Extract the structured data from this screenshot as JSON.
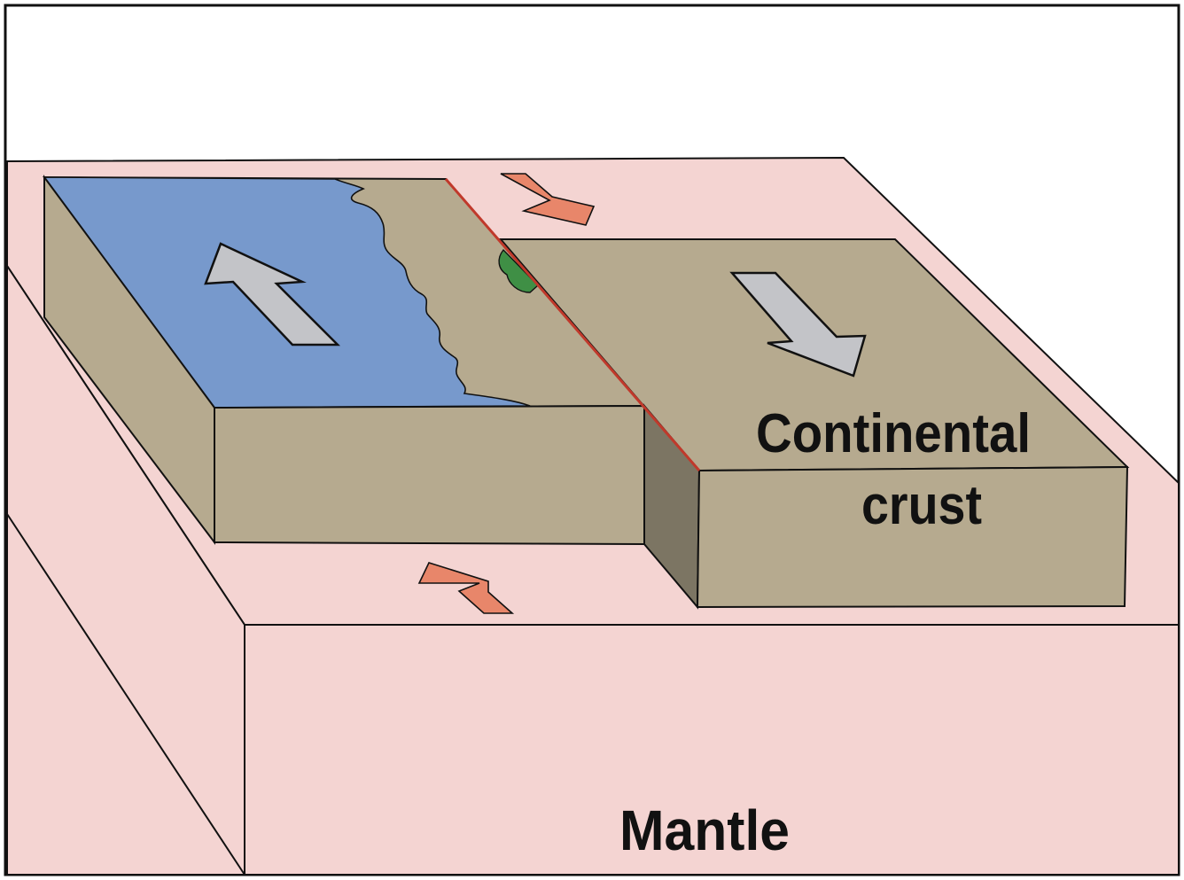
{
  "labels": {
    "crust_line1": "Continental",
    "crust_line2": "crust",
    "mantle": "Mantle"
  },
  "colors": {
    "mantle": "#f4d4d2",
    "crust_top": "#b6aa8f",
    "crust_side": "#b6aa8f",
    "fault_face": "#7c7563",
    "water": "#7799cc",
    "fault_line": "#c0392b",
    "plate_arrow": "#c3c4c8",
    "motion_arrow": "#e8866a",
    "vegetation": "#3f8f45",
    "outline": "#111111"
  }
}
